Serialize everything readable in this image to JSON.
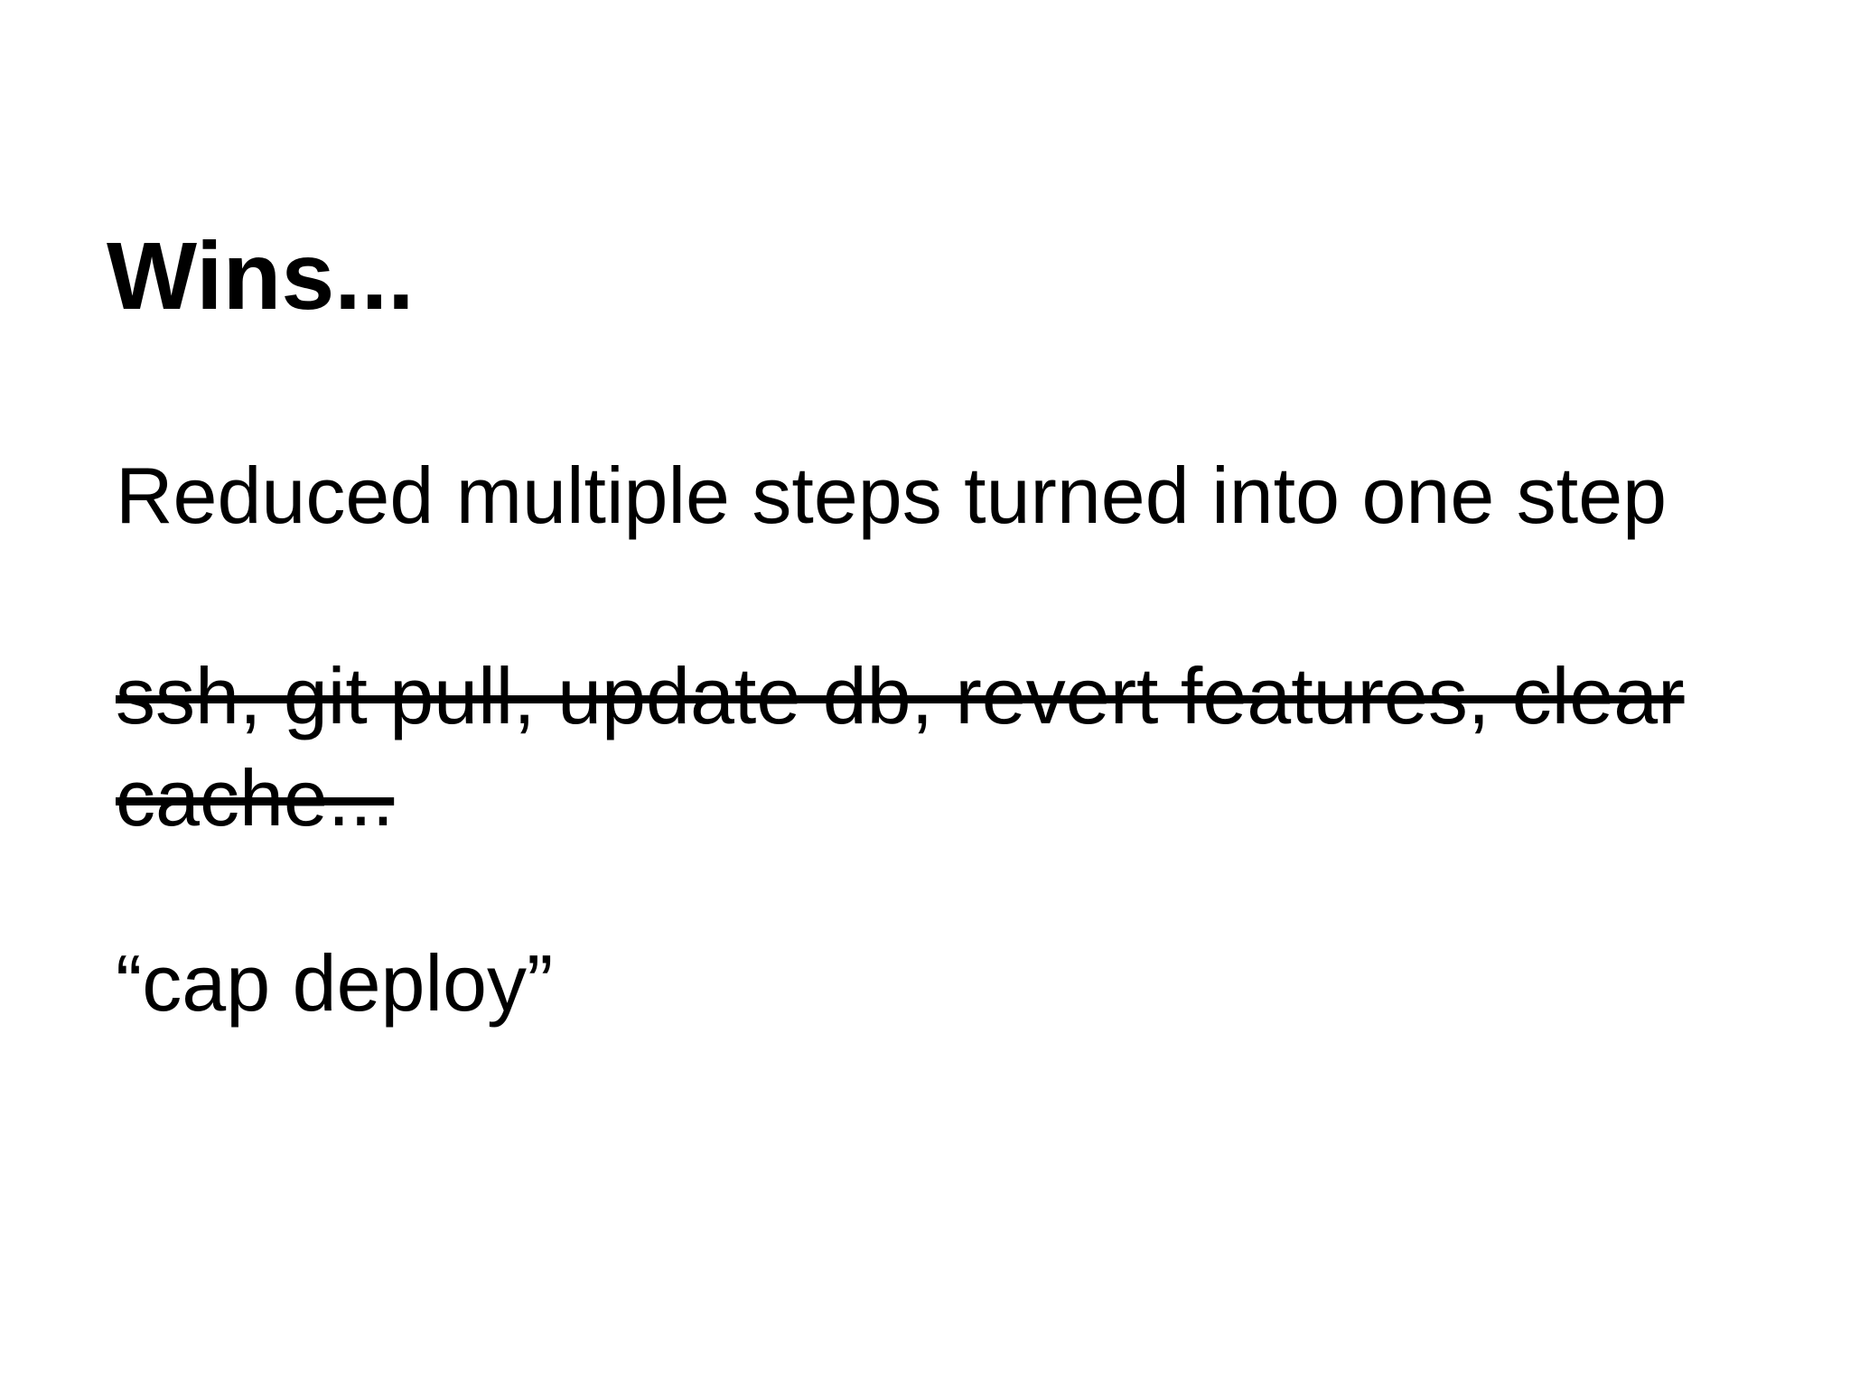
{
  "slide": {
    "title": "Wins...",
    "body": {
      "line1": "Reduced multiple steps turned into one step",
      "strikethrough_line1": "ssh, git pull, update db, revert features, clear",
      "strikethrough_line2": "cache...",
      "quote": "“cap deploy”"
    },
    "colors": {
      "background": "#ffffff",
      "text": "#000000"
    }
  }
}
